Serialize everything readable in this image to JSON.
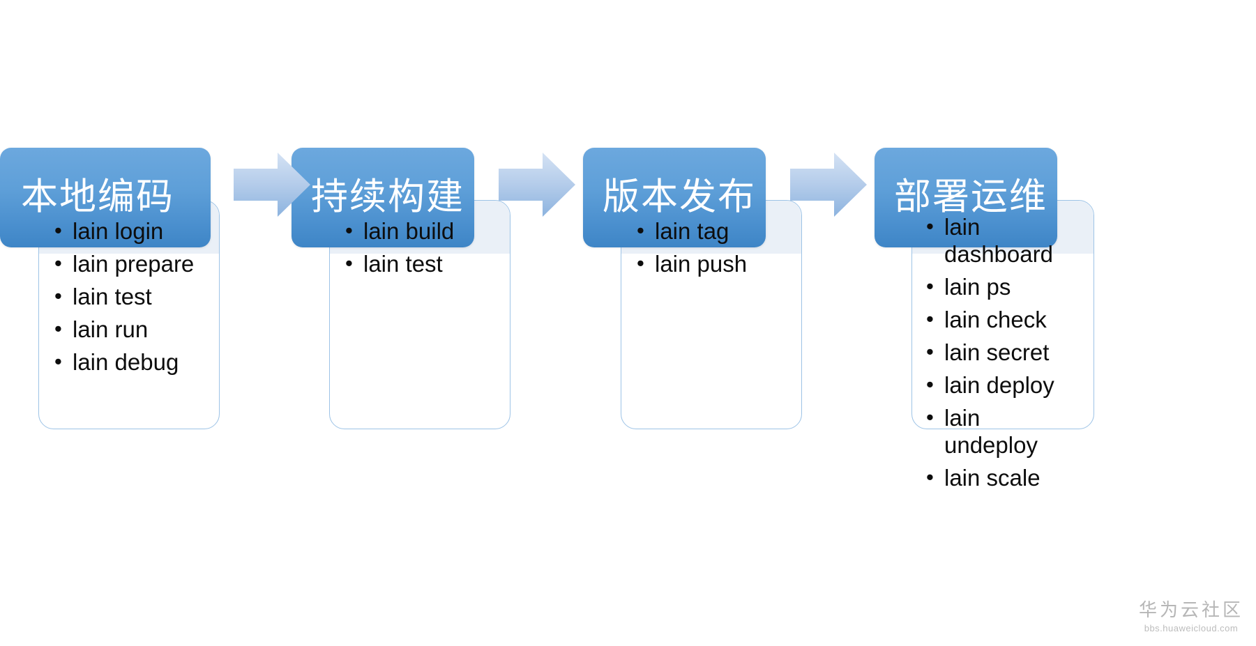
{
  "diagram": {
    "type": "process-flow",
    "title_text_language": "zh-CN",
    "colors": {
      "header_gradient_top": "#6CA8DE",
      "header_gradient_bottom": "#3E85C6",
      "card_border": "#9DC3E6",
      "card_band": "#EAF0F7",
      "arrow_gradient_top": "#C9DAF0",
      "arrow_gradient_bottom": "#8CB3DF",
      "header_text": "#FFFFFF",
      "list_text": "#0D0D0D"
    },
    "stages": [
      {
        "index": 1,
        "header": "本地编码",
        "items": [
          "lain login",
          "lain prepare",
          "lain test",
          "lain run",
          "lain debug"
        ]
      },
      {
        "index": 2,
        "header": "持续构建",
        "items": [
          "lain build",
          "lain test"
        ]
      },
      {
        "index": 3,
        "header": "版本发布",
        "items": [
          "lain tag",
          "lain push"
        ]
      },
      {
        "index": 4,
        "header": "部署运维",
        "items": [
          "lain dashboard",
          "lain ps",
          "lain check",
          "lain secret",
          "lain deploy",
          "lain undeploy",
          "lain scale"
        ]
      }
    ],
    "connectors": [
      {
        "from": 1,
        "to": 2,
        "icon": "right-arrow-icon"
      },
      {
        "from": 2,
        "to": 3,
        "icon": "right-arrow-icon"
      },
      {
        "from": 3,
        "to": 4,
        "icon": "right-arrow-icon"
      }
    ]
  },
  "watermark": {
    "main": "华为云社区",
    "sub": "bbs.huaweicloud.com"
  },
  "bullet_glyph": "•"
}
